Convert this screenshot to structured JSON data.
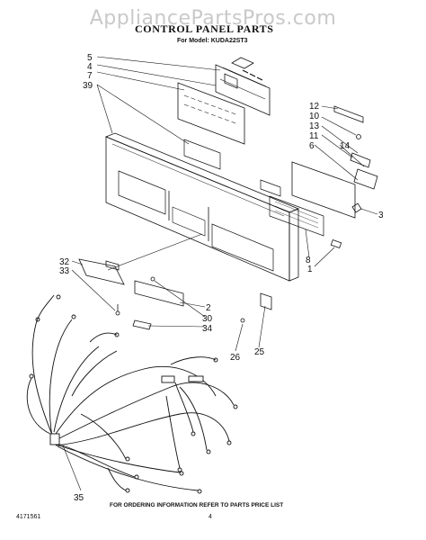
{
  "watermark": "AppliancePartsPros.com",
  "title": "CONTROL PANEL PARTS",
  "subtitle": "For Model: KUDA22ST3",
  "callouts": [
    "5",
    "4",
    "7",
    "39",
    "12",
    "10",
    "13",
    "11",
    "6",
    "14",
    "3",
    "8",
    "1",
    "32",
    "33",
    "2",
    "30",
    "34",
    "26",
    "25",
    "35"
  ],
  "footer_note": "FOR ORDERING INFORMATION REFER TO PARTS PRICE LIST",
  "doc_number": "4171561",
  "page_number": "4"
}
